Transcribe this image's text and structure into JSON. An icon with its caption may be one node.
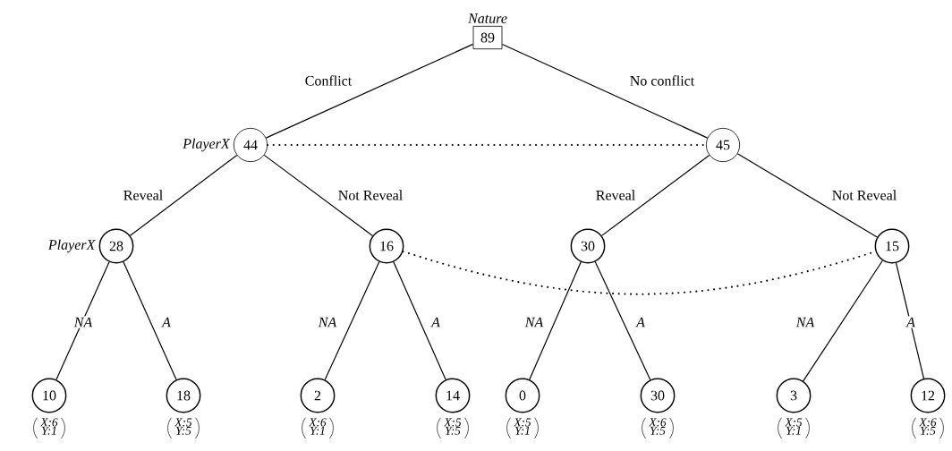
{
  "diagram": {
    "nodes": [
      {
        "text": [
          "89"
        ],
        "beside": [
          "Nature"
        ]
      },
      {
        "text": [
          "44"
        ],
        "beside": [
          "PlayerX"
        ]
      },
      {
        "text": [
          "45"
        ]
      },
      {
        "text": [
          "28"
        ],
        "beside": [
          "PlayerX"
        ]
      },
      {
        "text": [
          "16"
        ]
      },
      {
        "text": [
          "30"
        ]
      },
      {
        "text": [
          "15"
        ]
      },
      {
        "text": [
          "10"
        ],
        "beside": [
          "X:6",
          "Y:1"
        ]
      },
      {
        "text": [
          "18"
        ],
        "beside": [
          "X:5",
          "Y:5"
        ]
      },
      {
        "text": [
          "2"
        ],
        "beside": [
          "X:6",
          "Y:1"
        ]
      },
      {
        "text": [
          "14"
        ],
        "beside": [
          "X:5",
          "Y:5"
        ]
      },
      {
        "text": [
          "0"
        ],
        "beside": [
          "X:5",
          "Y:1"
        ]
      },
      {
        "text": [
          "30"
        ],
        "beside": [
          "X:6",
          "Y:5"
        ]
      },
      {
        "text": [
          "3"
        ],
        "beside": [
          "X:5",
          "Y:1"
        ]
      },
      {
        "text": [
          "12"
        ],
        "beside": [
          "X:6",
          "Y:5"
        ]
      }
    ],
    "edges": [
      {
        "from": 0,
        "to": 1,
        "arrow": "none",
        "label": "Conflict"
      },
      {
        "from": 0,
        "to": 2,
        "arrow": "none",
        "label": "No conflict"
      },
      {
        "from": 1,
        "to": 3,
        "arrow": "none",
        "label": "Reveal"
      },
      {
        "from": 1,
        "to": 4,
        "arrow": "none",
        "label": "Not Reveal"
      },
      {
        "from": 2,
        "to": 5,
        "arrow": "none",
        "label": "Reveal"
      },
      {
        "from": 2,
        "to": 6,
        "arrow": "none",
        "label": "Not Reveal"
      },
      {
        "from": 3,
        "to": 7,
        "arrow": "none",
        "label": "NA"
      },
      {
        "from": 3,
        "to": 8,
        "arrow": "none",
        "label": "A"
      },
      {
        "from": 4,
        "to": 9,
        "arrow": "none",
        "label": "NA"
      },
      {
        "from": 4,
        "to": 10,
        "arrow": "none",
        "label": "A"
      },
      {
        "from": 5,
        "to": 11,
        "arrow": "none",
        "label": "NA"
      },
      {
        "from": 5,
        "to": 12,
        "arrow": "none",
        "label": "A"
      },
      {
        "from": 6,
        "to": 13,
        "arrow": "none",
        "label": "NA"
      },
      {
        "from": 6,
        "to": 14,
        "arrow": "none",
        "label": "A"
      },
      {
        "from": 1,
        "to": 2,
        "arrow": "none",
        "style": "dashed"
      },
      {
        "from": 4,
        "to": 6,
        "arrow": "none",
        "style": "dashed"
      }
    ]
  }
}
